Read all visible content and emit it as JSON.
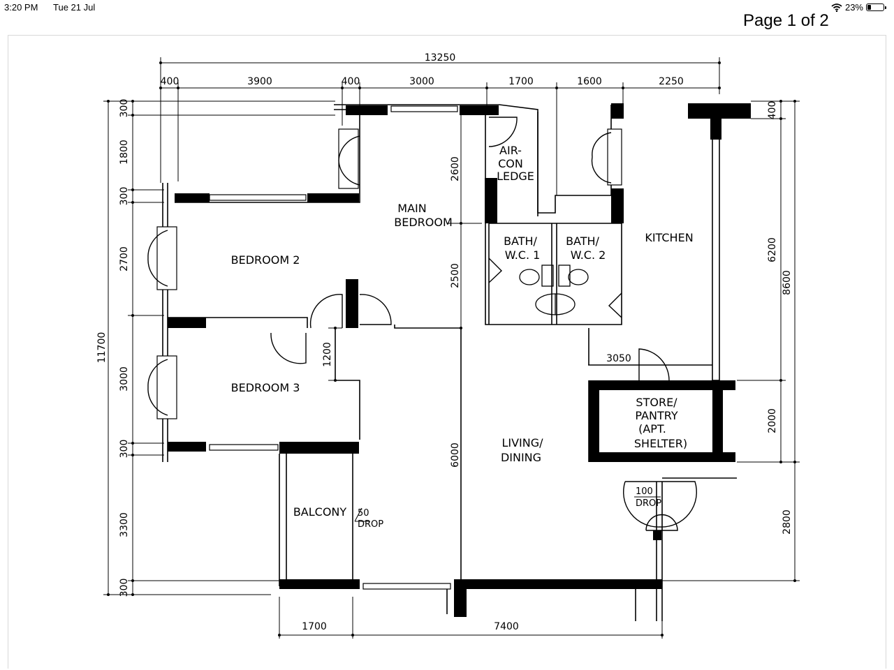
{
  "status_bar": {
    "time": "3:20 PM",
    "date": "Tue 21 Jul",
    "battery": "23%",
    "battery_level": 0.23
  },
  "viewer": {
    "page_indicator": "Page 1 of 2"
  },
  "rooms": {
    "air_con_ledge": [
      "AIR-",
      "CON",
      "LEDGE"
    ],
    "main_bedroom": [
      "MAIN",
      "BEDROOM"
    ],
    "bedroom_2": "BEDROOM 2",
    "bedroom_3": "BEDROOM 3",
    "bath_wc_1": [
      "BATH/",
      "W.C. 1"
    ],
    "bath_wc_2": [
      "BATH/",
      "W.C. 2"
    ],
    "kitchen": "KITCHEN",
    "store_pantry": [
      "STORE/",
      "PANTRY",
      "(APT.",
      "SHELTER)"
    ],
    "living_dining": [
      "LIVING/",
      "DINING"
    ],
    "balcony": "BALCONY"
  },
  "annotations": {
    "balcony_drop": [
      "50",
      "DROP"
    ],
    "entrance_drop": [
      "100",
      "DROP"
    ]
  },
  "dimensions": {
    "top_total": "13250",
    "top": [
      "400",
      "3900",
      "400",
      "3000",
      "1700",
      "1600",
      "2250"
    ],
    "left_total": "11700",
    "left": [
      "300",
      "1800",
      "300",
      "2700",
      "3000",
      "300",
      "3300",
      "300"
    ],
    "right_inner": [
      "400",
      "6200",
      "2000"
    ],
    "right_outer": [
      "8600",
      "2800"
    ],
    "bottom": [
      "1700",
      "7400"
    ],
    "main_bedroom_2600": "2600",
    "main_bedroom_2500": "2500",
    "living_6000": "6000",
    "corridor_1200": "1200",
    "kitchen_3050": "3050"
  }
}
